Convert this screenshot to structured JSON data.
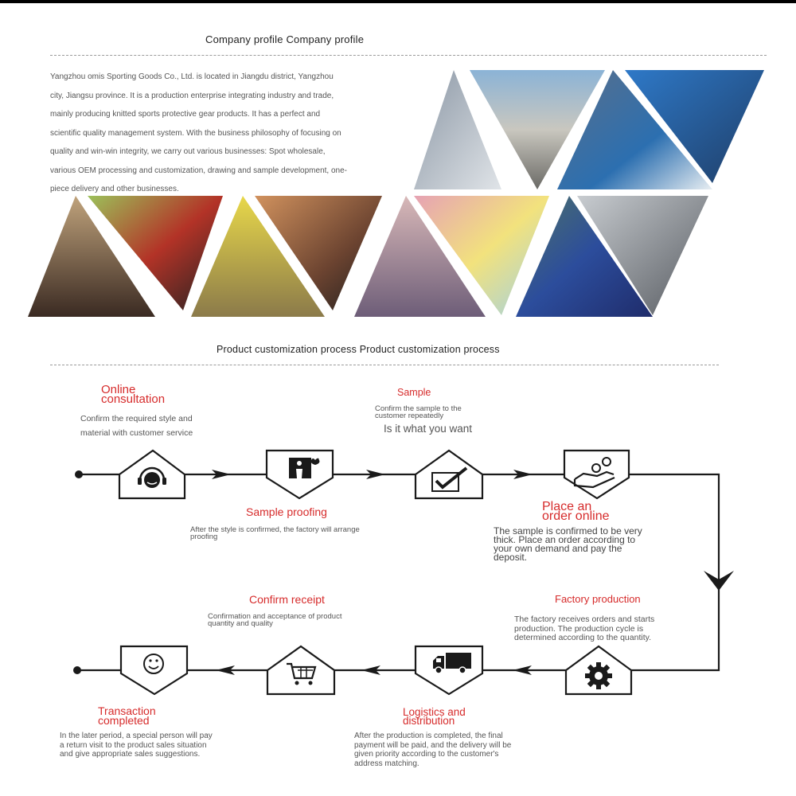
{
  "company_profile": {
    "title": "Company profile Company profile",
    "paragraph_lines": [
      "Yangzhou omis Sporting Goods Co., Ltd. is located in Jiangdu district, Yangzhou",
      "city, Jiangsu province. It is a production enterprise integrating industry and trade,",
      "mainly producing knitted sports protective gear products. It has a perfect and",
      "scientific quality management system. With the business philosophy of focusing on",
      "quality and win-win integrity, we carry out various businesses: Spot wholesale,",
      "various OEM processing and customization, drawing and sample development, one-",
      "piece delivery and other businesses."
    ]
  },
  "process": {
    "title": "Product customization process Product customization process",
    "steps": {
      "online_consultation": {
        "title_lines": [
          "Online",
          "consultation"
        ],
        "desc_lines": [
          "Confirm the required style and",
          "material with customer service"
        ]
      },
      "sample": {
        "title": "Sample",
        "desc_lines": [
          "Confirm the sample to the",
          "customer repeatedly"
        ],
        "subtitle": "Is it what you want"
      },
      "sample_proofing": {
        "title": "Sample proofing",
        "desc_lines": [
          "After the style is confirmed, the factory will arrange",
          "proofing"
        ]
      },
      "place_order": {
        "title_lines": [
          "Place an",
          "order online"
        ],
        "desc_lines": [
          "The sample is confirmed to be very",
          "thick. Place an order according to",
          "your own demand and pay the",
          "deposit."
        ]
      },
      "confirm_receipt": {
        "title": "Confirm receipt",
        "desc_lines": [
          "Confirmation and acceptance of product",
          "quantity and quality"
        ]
      },
      "factory_production": {
        "title": "Factory production",
        "desc_lines": [
          "The factory receives orders and starts",
          "production. The production cycle is",
          "determined according to the quantity."
        ]
      },
      "transaction_completed": {
        "title_lines": [
          "Transaction",
          "completed"
        ],
        "desc_lines": [
          "In the later period, a special person will pay",
          "a return visit to the product sales situation",
          "and give appropriate sales suggestions."
        ]
      },
      "logistics": {
        "title_lines": [
          "Logistics and",
          "distribution"
        ],
        "desc_lines": [
          "After the production is completed, the final",
          "payment will be paid, and the delivery will be",
          "given priority according to the customer's",
          "address matching."
        ]
      }
    }
  },
  "colors": {
    "accent_red": "#d62b2b",
    "line": "#1a1a1a"
  },
  "icons": [
    "headset-icon",
    "presentation-icon",
    "checkmark-icon",
    "hand-coins-icon",
    "gear-icon",
    "truck-icon",
    "cart-icon",
    "smiley-icon"
  ]
}
